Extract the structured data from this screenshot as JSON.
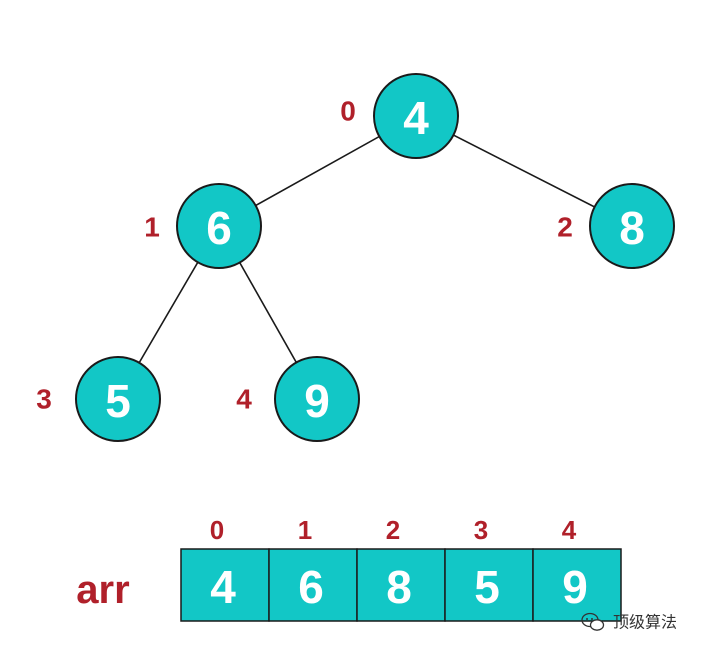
{
  "tree": {
    "nodes": [
      {
        "index": "0",
        "value": "4"
      },
      {
        "index": "1",
        "value": "6"
      },
      {
        "index": "2",
        "value": "8"
      },
      {
        "index": "3",
        "value": "5"
      },
      {
        "index": "4",
        "value": "9"
      }
    ],
    "edges": [
      [
        0,
        1
      ],
      [
        0,
        2
      ],
      [
        1,
        3
      ],
      [
        1,
        4
      ]
    ]
  },
  "array": {
    "label": "arr",
    "cells": [
      {
        "index": "0",
        "value": "4"
      },
      {
        "index": "1",
        "value": "6"
      },
      {
        "index": "2",
        "value": "8"
      },
      {
        "index": "3",
        "value": "5"
      },
      {
        "index": "4",
        "value": "9"
      }
    ]
  },
  "watermark": {
    "text": "顶级算法",
    "icon": "wechat-icon"
  },
  "colors": {
    "node_fill": "#12C7C6",
    "index_text": "#B0202A",
    "value_text": "#ffffff",
    "outline": "#1a1a1a"
  }
}
